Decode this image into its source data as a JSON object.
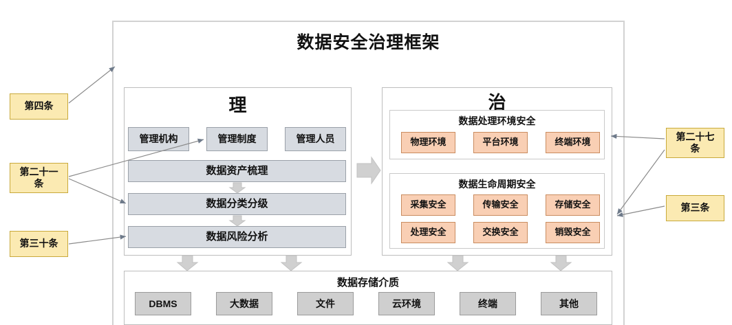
{
  "diagram": {
    "title": "数据安全治理框架",
    "left_panel": {
      "title": "理",
      "top_chips": [
        "管理机构",
        "管理制度",
        "管理人员"
      ],
      "bars": [
        "数据资产梳理",
        "数据分类分级",
        "数据风险分析"
      ]
    },
    "right_panel": {
      "title": "治",
      "groups": [
        {
          "title": "数据处理环境安全",
          "items": [
            "物理环境",
            "平台环境",
            "终端环境"
          ]
        },
        {
          "title": "数据生命周期安全",
          "items": [
            "采集安全",
            "传输安全",
            "存储安全",
            "处理安全",
            "交换安全",
            "销毁安全"
          ]
        }
      ]
    },
    "bottom_panel": {
      "title": "数据存储介质",
      "items": [
        "DBMS",
        "大数据",
        "文件",
        "云环境",
        "终端",
        "其他"
      ]
    },
    "callouts": {
      "left": [
        {
          "label": "第四条"
        },
        {
          "label": "第二十一\n条"
        },
        {
          "label": "第三十条"
        }
      ],
      "right": [
        {
          "label": "第二十七\n条"
        },
        {
          "label": "第三条"
        }
      ]
    }
  },
  "colors": {
    "grey_chip_fill": "#d7dbe1",
    "grey_chip_border": "#9aa0a8",
    "orange_chip_fill": "#f9cfb4",
    "orange_chip_border": "#c98b5e",
    "media_chip_fill": "#cfcfcf",
    "callout_fill": "#fbeab2",
    "callout_border": "#c8a93a",
    "arrow_fill": "#d0d0d0",
    "connector": "#8a8a8a",
    "frame_border": "#d2d2d2"
  }
}
